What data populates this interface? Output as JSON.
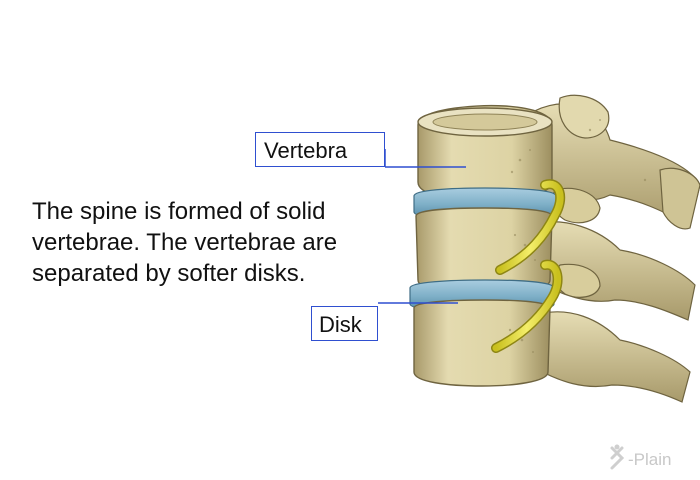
{
  "description_text": "The spine is formed of solid vertebrae. The vertebrae are separated by softer disks.",
  "labels": {
    "vertebra": "Vertebra",
    "disk": "Disk"
  },
  "watermark_text": "X-Plain",
  "colors": {
    "label_border": "#2f4fd0",
    "bone": "#ddd3a4",
    "bone_shadow": "#a8996a",
    "disk": "#7fb0c8",
    "nerve": "#e8e040"
  }
}
